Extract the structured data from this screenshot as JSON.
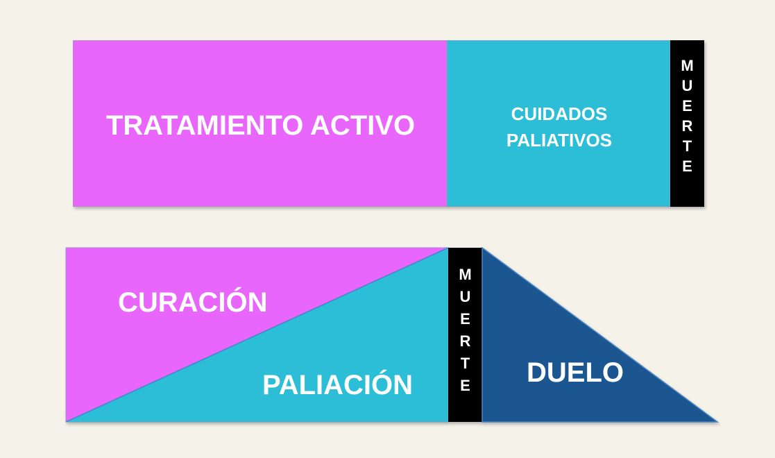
{
  "colors": {
    "magenta": "#e966fd",
    "cyan": "#2bbed6",
    "black": "#000000",
    "navy": "#1b5691",
    "background": "#f5f2ea",
    "text": "#ffffff"
  },
  "top_bar": {
    "segment1": "TRATAMIENTO ACTIVO",
    "segment2_line1": "CUIDADOS",
    "segment2_line2": "PALIATIVOS",
    "segment3_letters": [
      "M",
      "U",
      "E",
      "R",
      "T",
      "E"
    ]
  },
  "bottom_diagram": {
    "upper_triangle": "CURACIÓN",
    "lower_triangle": "PALIACIÓN",
    "divider_letters": [
      "M",
      "U",
      "E",
      "R",
      "T",
      "E"
    ],
    "right_triangle": "DUELO"
  }
}
